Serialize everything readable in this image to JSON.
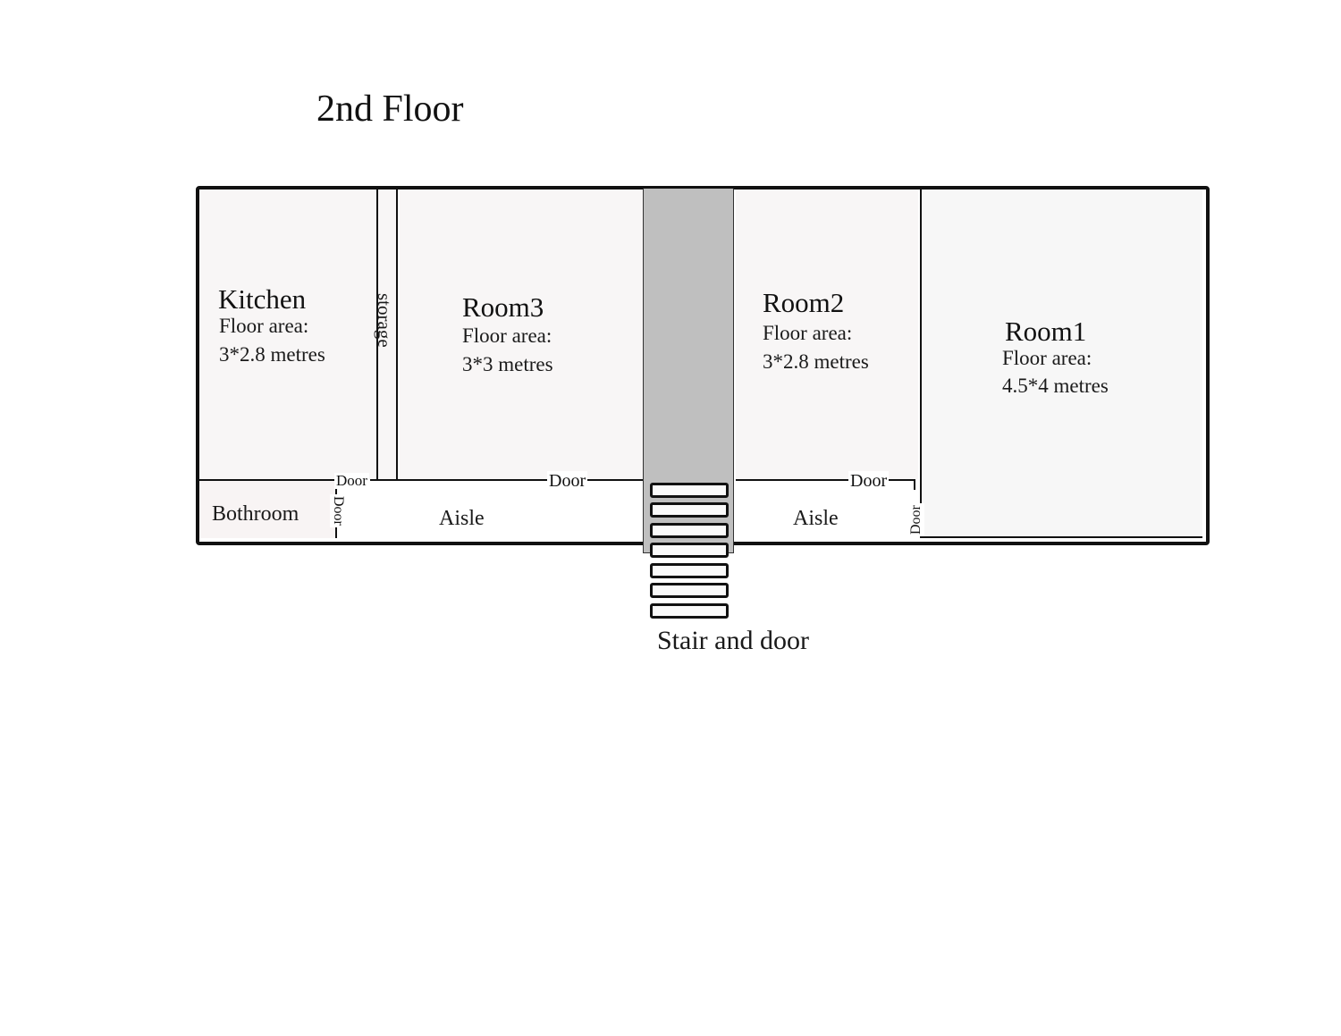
{
  "title": "2nd Floor",
  "rooms": {
    "kitchen": {
      "name": "Kitchen",
      "area_label": "Floor area:",
      "area": "3*2.8 metres"
    },
    "storage": {
      "name": "storage"
    },
    "room3": {
      "name": "Room3",
      "area_label": "Floor area:",
      "area": "3*3 metres"
    },
    "room2": {
      "name": "Room2",
      "area_label": "Floor area:",
      "area": "3*2.8 metres"
    },
    "room1": {
      "name": "Room1",
      "area_label": "Floor area:",
      "area": "4.5*4 metres"
    },
    "bathroom": {
      "name": "Bothroom"
    }
  },
  "aisles": {
    "left": "Aisle",
    "right": "Aisle"
  },
  "doors": {
    "kitchen": "Door",
    "bathroom": "Door",
    "room3": "Door",
    "room2": "Door",
    "room1": "Door"
  },
  "stair": {
    "label": "Stair and door",
    "step_count": 7
  },
  "colors": {
    "wall": "#111111",
    "room_fill": "#f8f6f6",
    "stair_fill": "#bfbfbf",
    "background": "#ffffff"
  }
}
